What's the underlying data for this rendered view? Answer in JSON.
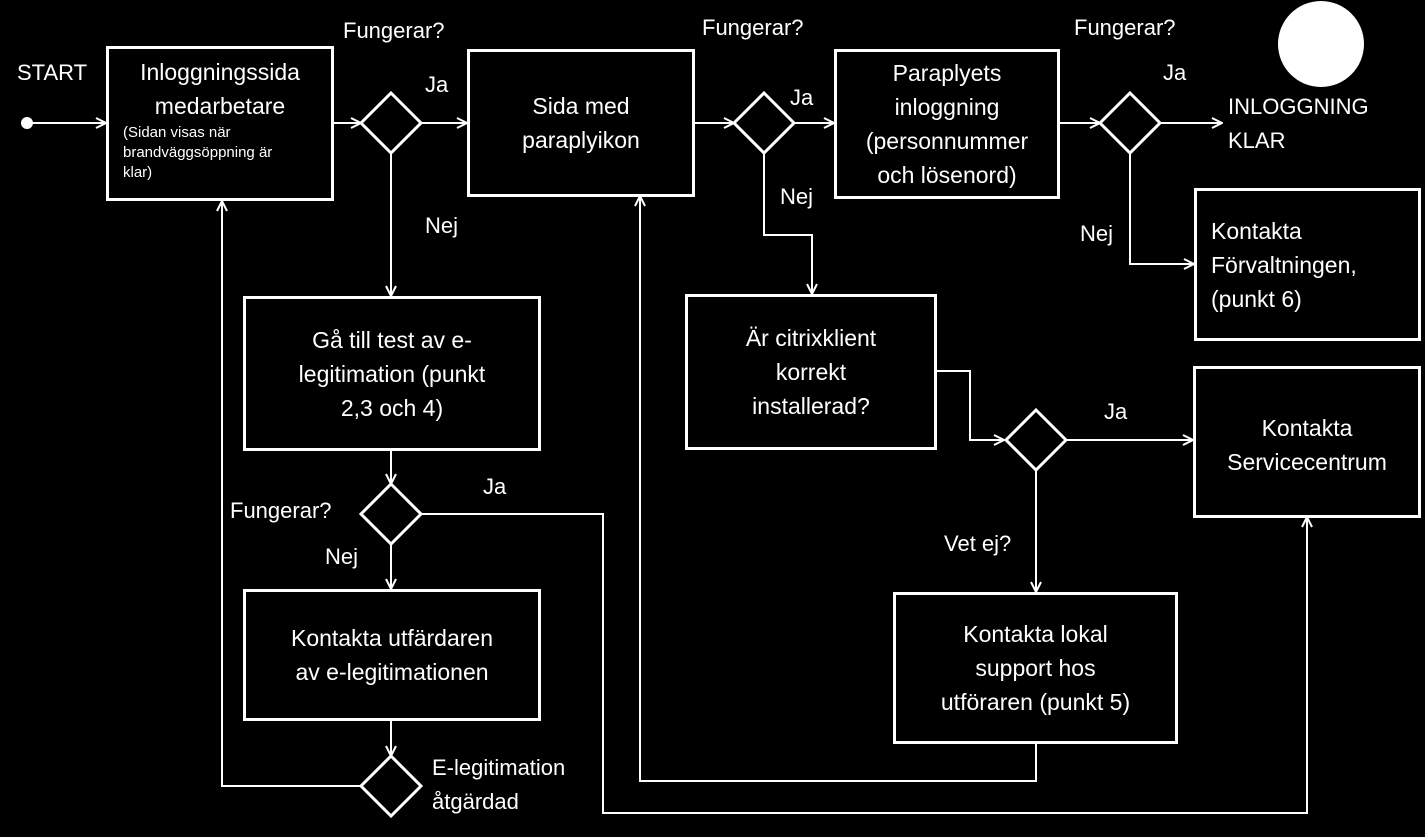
{
  "colors": {
    "background": "#000000",
    "foreground": "#ffffff"
  },
  "nodes": {
    "inlogg": {
      "line1": "Inloggningssida",
      "line2": "medarbetare",
      "note1": "(Sidan visas när",
      "note2": "brandväggsöppning är",
      "note3": "klar)"
    },
    "paraplyikon": {
      "line1": "Sida med",
      "line2": "paraplyikon"
    },
    "paraplyinlogg": {
      "line1": "Paraplyets",
      "line2": "inloggning",
      "line3": "(personnummer",
      "line4": "och lösenord)"
    },
    "forvaltning": {
      "line1": "Kontakta",
      "line2": "Förvaltningen,",
      "line3": "(punkt 6)"
    },
    "test": {
      "line1": "Gå till test av e-",
      "line2": "legitimation (punkt",
      "line3": "2,3 och 4)"
    },
    "citrix": {
      "line1": "Är citrixklient",
      "line2": "korrekt",
      "line3": "installerad?"
    },
    "service": {
      "line1": "Kontakta",
      "line2": "Servicecentrum"
    },
    "utfardare": {
      "line1": "Kontakta utfärdaren",
      "line2": "av e-legitimationen"
    },
    "lokal": {
      "line1": "Kontakta lokal",
      "line2": "support hos",
      "line3": "utföraren (punkt  5)"
    }
  },
  "labels": {
    "start": "START",
    "fungerar1": "Fungerar?",
    "fungerar2": "Fungerar?",
    "fungerar3": "Fungerar?",
    "fungerar4": "Fungerar?",
    "ja1": "Ja",
    "ja2": "Ja",
    "ja3": "Ja",
    "ja4": "Ja",
    "ja5": "Ja",
    "nej1": "Nej",
    "nej2": "Nej",
    "nej3": "Nej",
    "nej4": "Nej",
    "vetej": "Vet ej?",
    "klar1": "INLOGGNING",
    "klar2": "KLAR",
    "eleg1": "E-legitimation",
    "eleg2": "åtgärdad"
  }
}
